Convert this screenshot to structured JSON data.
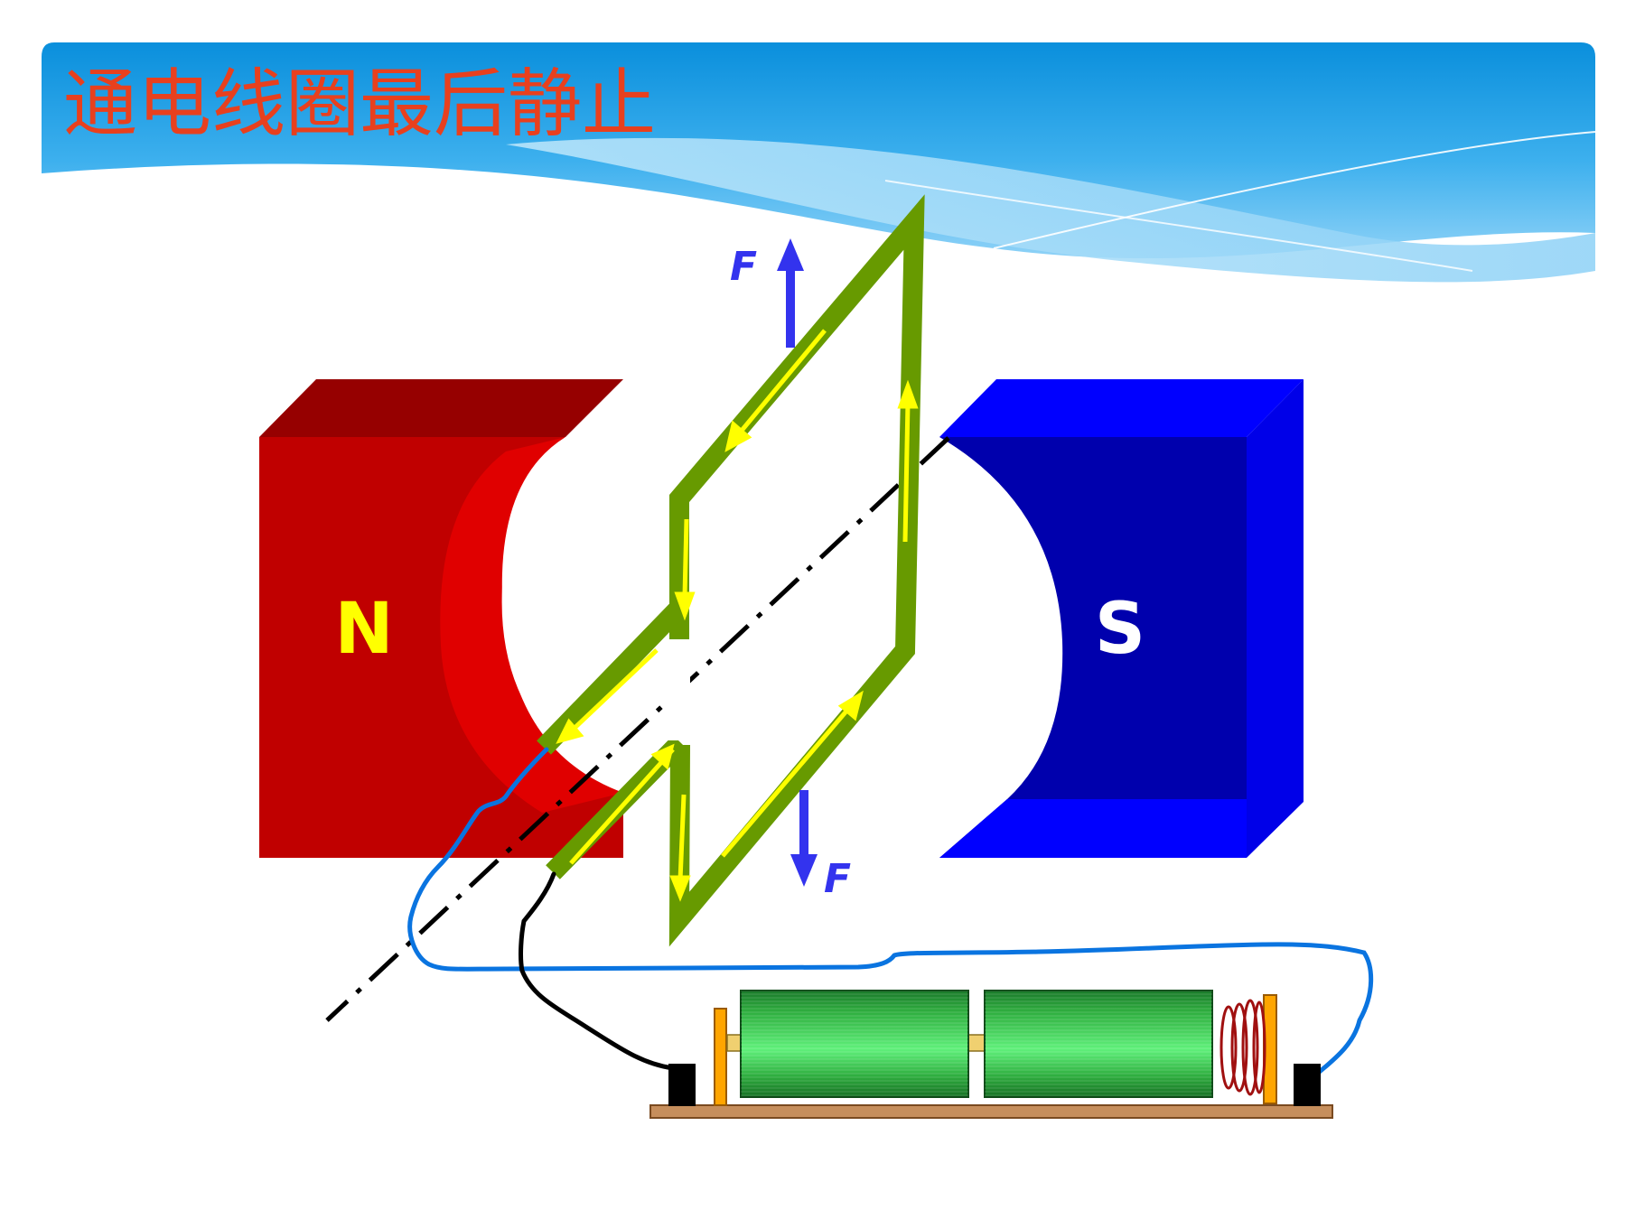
{
  "slide": {
    "title": "通电线圈最后静止"
  },
  "magnets": {
    "north_label": "N",
    "south_label": "S",
    "north_color": "#c00000",
    "south_color": "#0000ad"
  },
  "forces": {
    "top_label": "F",
    "bottom_label": "F",
    "arrow_color": "#3333ee"
  },
  "coil": {
    "color": "#679a00",
    "current_arrow_color": "#ffff00"
  },
  "icons": {
    "battery": "battery-pack-icon",
    "switch": "spring-contact-icon"
  }
}
